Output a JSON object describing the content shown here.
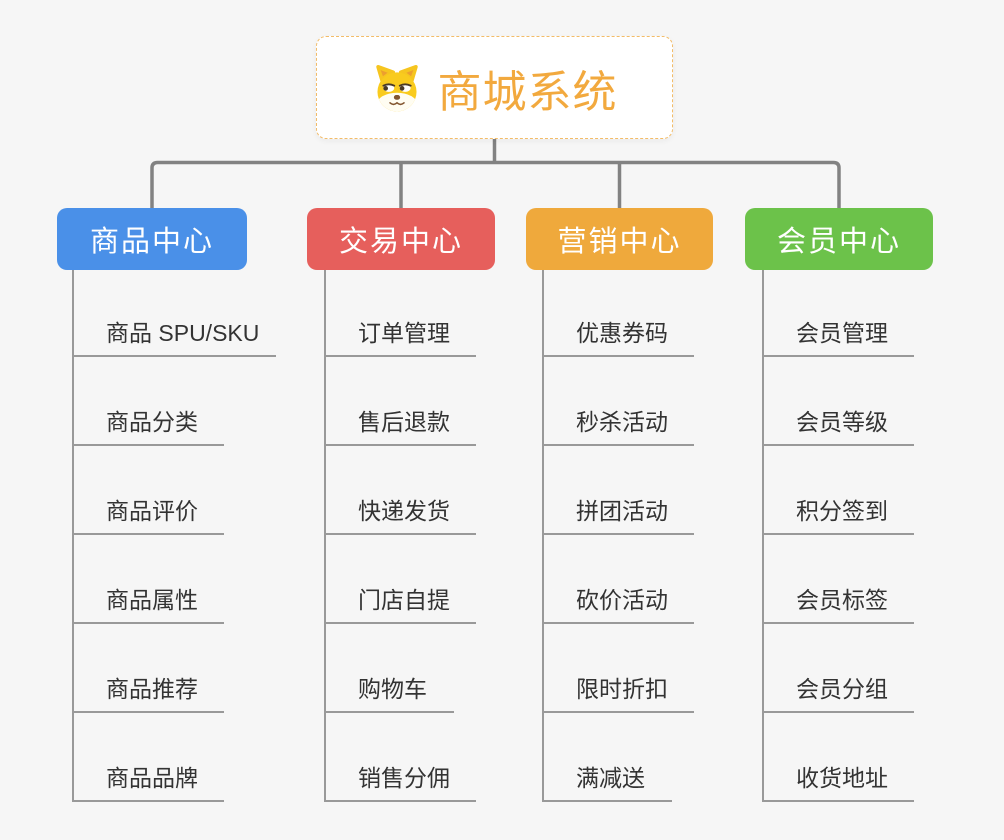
{
  "palette": {
    "background": "#F6F6F6",
    "connector": "#828282",
    "leaf_line": "#999999",
    "root_border": "#F3BC68",
    "root_title_color": "#F2A93E"
  },
  "root": {
    "title": "商城系统",
    "icon": "dog-face-icon"
  },
  "branches": [
    {
      "id": "product-center",
      "label": "商品中心",
      "color": "#4A90E8",
      "items": [
        "商品 SPU/SKU",
        "商品分类",
        "商品评价",
        "商品属性",
        "商品推荐",
        "商品品牌"
      ]
    },
    {
      "id": "trade-center",
      "label": "交易中心",
      "color": "#E65F5C",
      "items": [
        "订单管理",
        "售后退款",
        "快递发货",
        "门店自提",
        "购物车",
        "销售分佣"
      ]
    },
    {
      "id": "marketing-center",
      "label": "营销中心",
      "color": "#EFA93C",
      "items": [
        "优惠券码",
        "秒杀活动",
        "拼团活动",
        "砍价活动",
        "限时折扣",
        "满减送"
      ]
    },
    {
      "id": "member-center",
      "label": "会员中心",
      "color": "#6CC24A",
      "items": [
        "会员管理",
        "会员等级",
        "积分签到",
        "会员标签",
        "会员分组",
        "收货地址"
      ]
    }
  ]
}
